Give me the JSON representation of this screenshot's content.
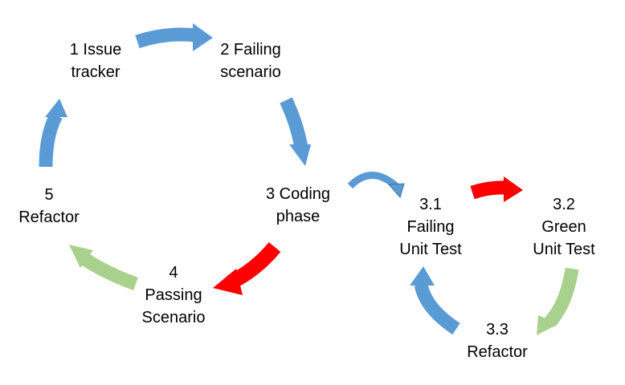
{
  "colors": {
    "blue": "#5b9bd5",
    "red": "#ff0000",
    "green": "#a9d18e",
    "outline_blue": "#41719c",
    "text": "#000000"
  },
  "nodes": {
    "issue_tracker": {
      "line1": "1 Issue",
      "line2": "tracker"
    },
    "failing_scenario": {
      "line1": "2 Failing",
      "line2": "scenario"
    },
    "coding_phase": {
      "line1": "3 Coding",
      "line2": "phase"
    },
    "passing_scenario": {
      "line1": "4",
      "line2": "Passing",
      "line3": "Scenario"
    },
    "refactor_5": {
      "line1": "5",
      "line2": "Refactor"
    },
    "failing_unit_test": {
      "line1": "3.1",
      "line2": "Failing",
      "line3": "Unit Test"
    },
    "green_unit_test": {
      "line1": "3.2",
      "line2": "Green",
      "line3": "Unit Test"
    },
    "refactor_3_3": {
      "line1": "3.3",
      "line2": "Refactor"
    }
  },
  "arrows": [
    {
      "id": "arrow-issue-to-failing",
      "color": "blue"
    },
    {
      "id": "arrow-failing-to-coding",
      "color": "blue"
    },
    {
      "id": "arrow-coding-to-passing",
      "color": "red"
    },
    {
      "id": "arrow-passing-to-refactor",
      "color": "green"
    },
    {
      "id": "arrow-refactor-to-issue",
      "color": "blue"
    },
    {
      "id": "arrow-coding-to-unit-test",
      "color": "blue"
    },
    {
      "id": "arrow-failing-to-green-unit",
      "color": "red"
    },
    {
      "id": "arrow-green-to-refactor-3-3",
      "color": "green"
    },
    {
      "id": "arrow-refactor-3-3-to-failing-unit",
      "color": "blue"
    }
  ]
}
